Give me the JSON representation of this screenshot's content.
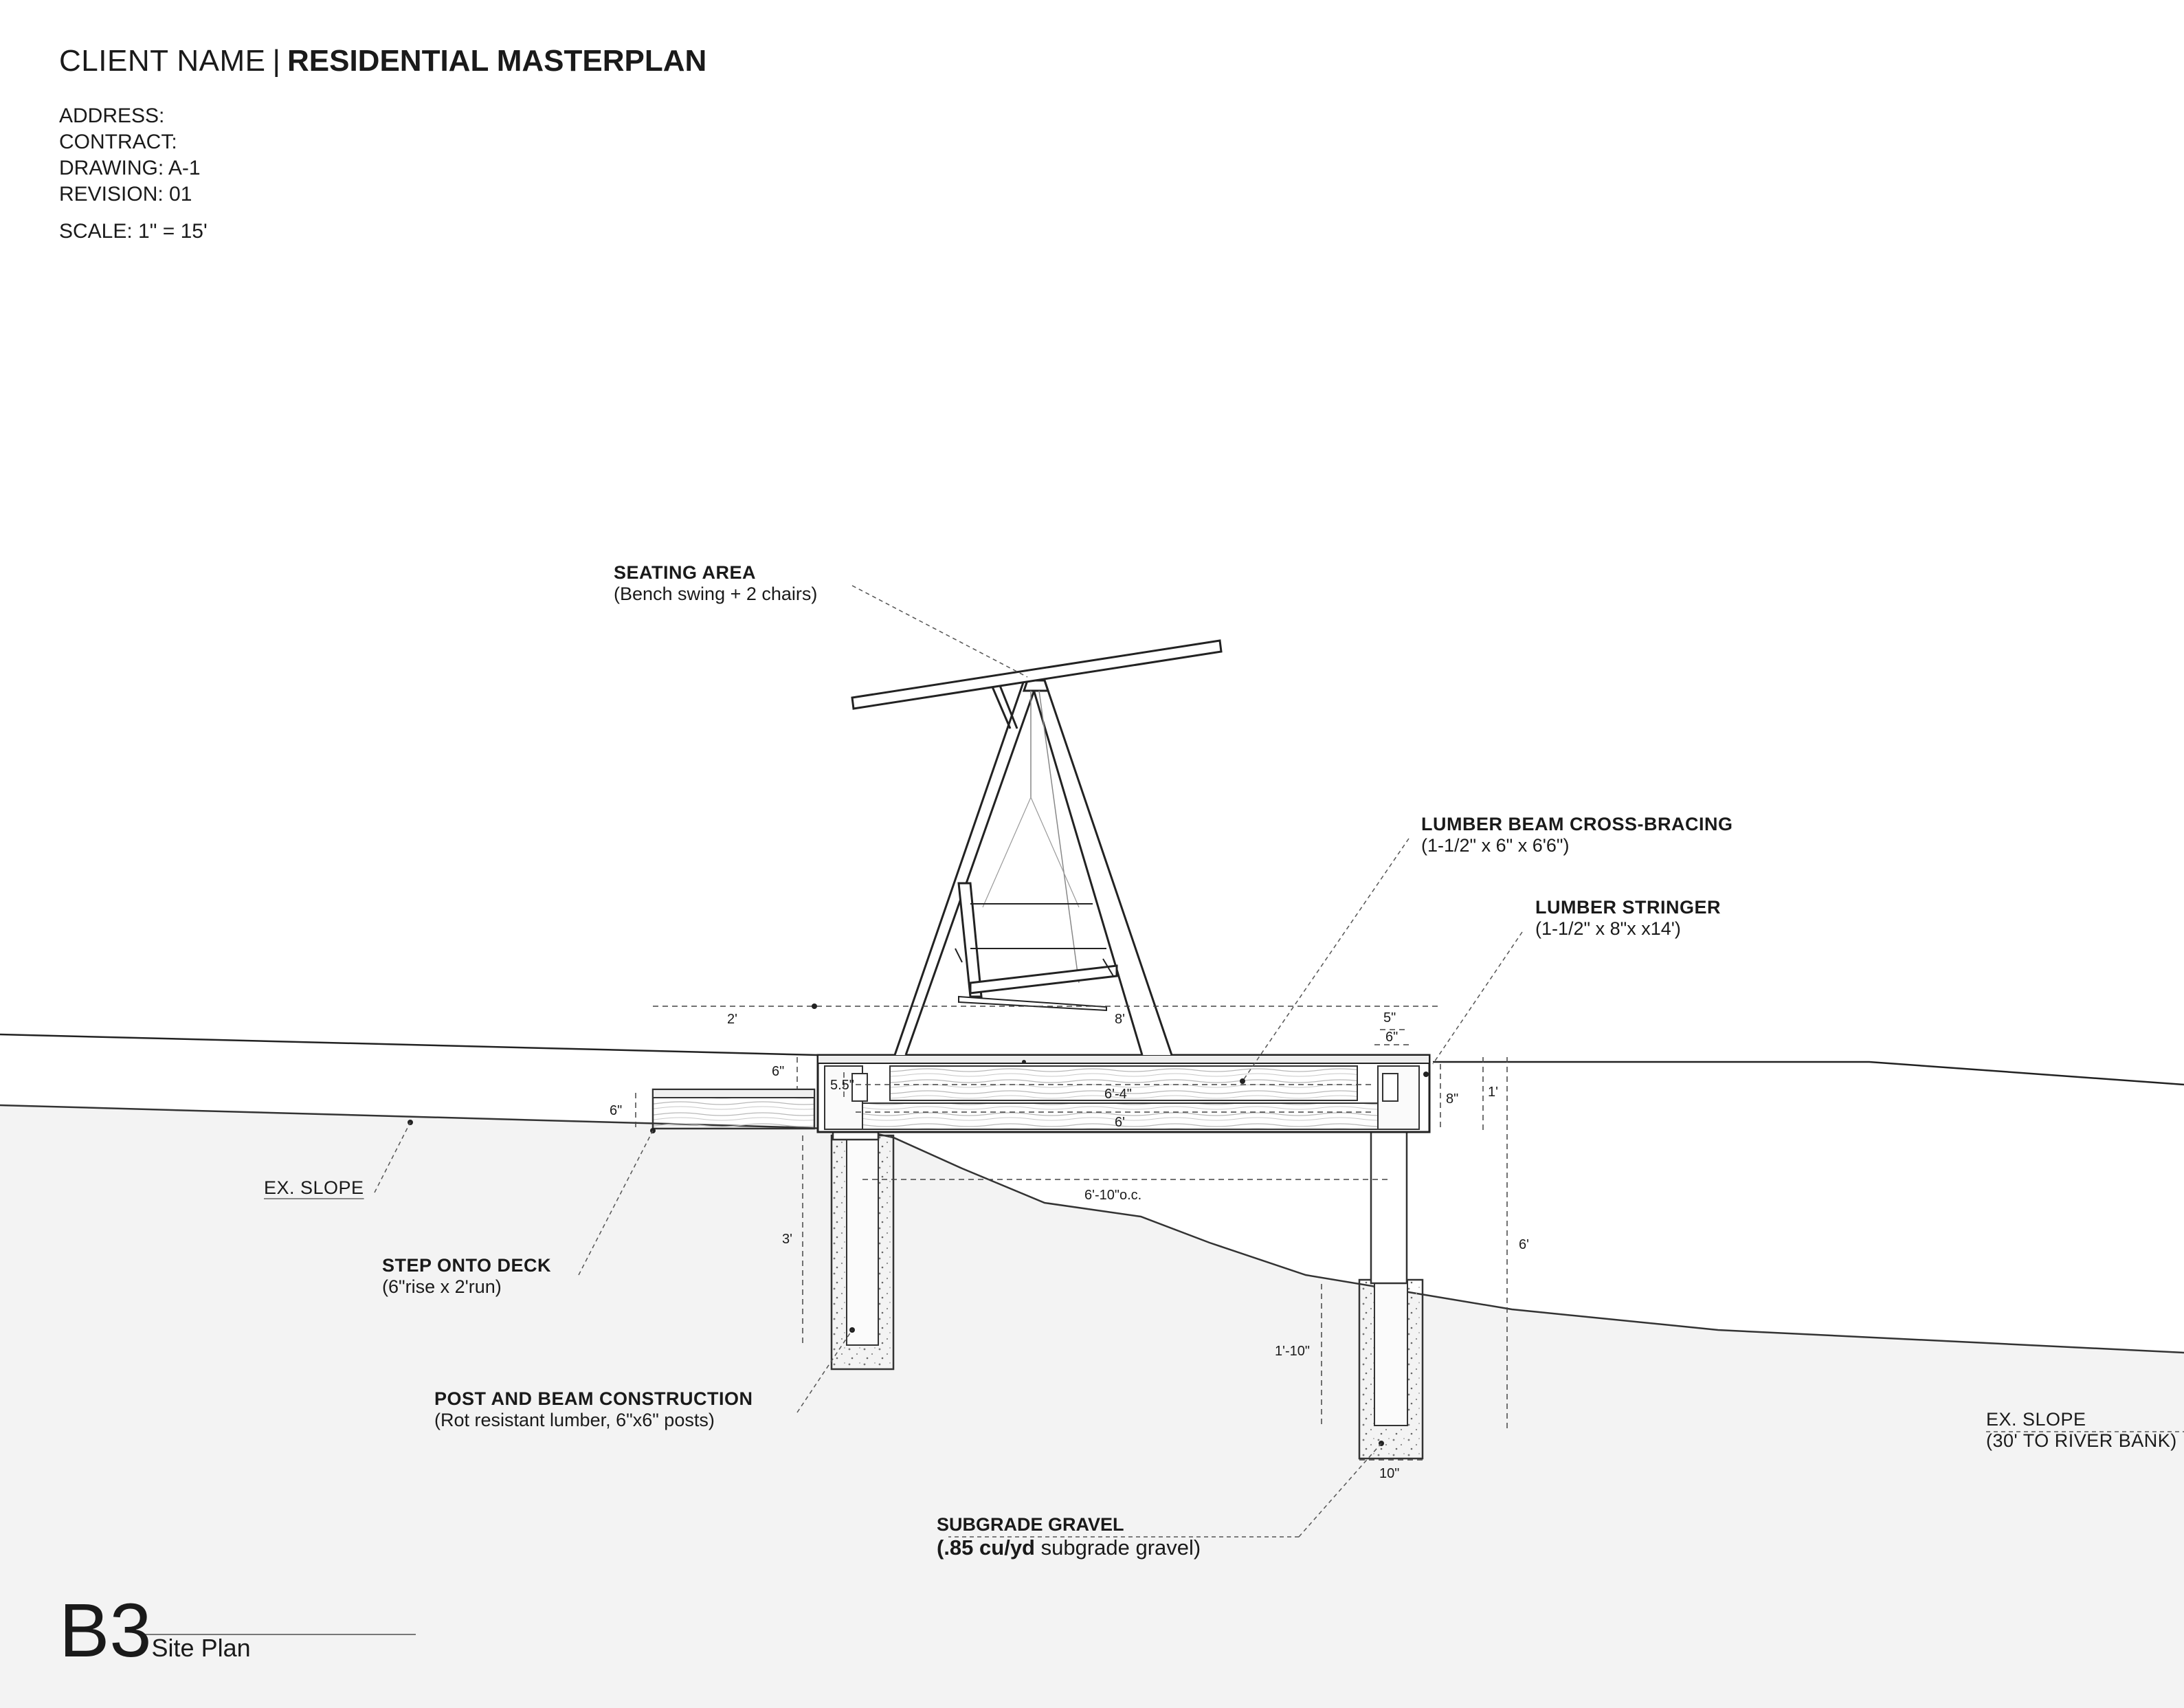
{
  "title_block": {
    "client": "CLIENT NAME",
    "separator": "|",
    "project": "RESIDENTIAL MASTERPLAN",
    "address": "ADDRESS:",
    "contract": "CONTRACT:",
    "drawing": "DRAWING: A-1",
    "revision": "REVISION: 01",
    "scale": "SCALE: 1\" = 15'"
  },
  "callouts": {
    "seating_title": "SEATING AREA",
    "seating_sub": "(Bench swing + 2 chairs)",
    "cross_bracing_title": "LUMBER BEAM CROSS-BRACING",
    "cross_bracing_sub": "(1-1/2\" x 6\" x 6'6\")",
    "stringer_title": "LUMBER STRINGER",
    "stringer_sub": "(1-1/2\" x 8\"x x14')",
    "ex_slope_left": "EX. SLOPE",
    "step_title": "STEP ONTO DECK",
    "step_sub": "(6\"rise x 2'run)",
    "post_title": "POST AND BEAM CONSTRUCTION",
    "post_sub": "(Rot resistant lumber, 6\"x6\" posts)",
    "gravel_title": "SUBGRADE GRAVEL",
    "gravel_sub_bold": "(.85 cu/yd",
    "gravel_sub_rest": " subgrade gravel)",
    "ex_slope_right": "EX. SLOPE",
    "ex_slope_right_sub": "(30' TO RIVER BANK)"
  },
  "dimensions": {
    "d_2ft": "2'",
    "d_8ft": "8'",
    "d_5in": "5\"",
    "d_6in_top": "6\"",
    "d_6in_deck": "6\"",
    "d_5_5": "5.5\"",
    "d_6_4": "6'-4\"",
    "d_6ft_beam": "6'",
    "d_8in": "8\"",
    "d_1ft": "1'",
    "d_6in_step": "6\"",
    "d_6_10": "6'-10\"o.c.",
    "d_3ft": "3'",
    "d_6ft_right": "6'",
    "d_1_10": "1'-10\"",
    "d_10in": "10\""
  },
  "sheet": {
    "id": "B3",
    "name": "Site Plan"
  },
  "colors": {
    "ground_fill": "#f3f3f3",
    "line": "#2a2a2a",
    "wood_fill": "#f7f7f7",
    "leader": "#555555"
  }
}
